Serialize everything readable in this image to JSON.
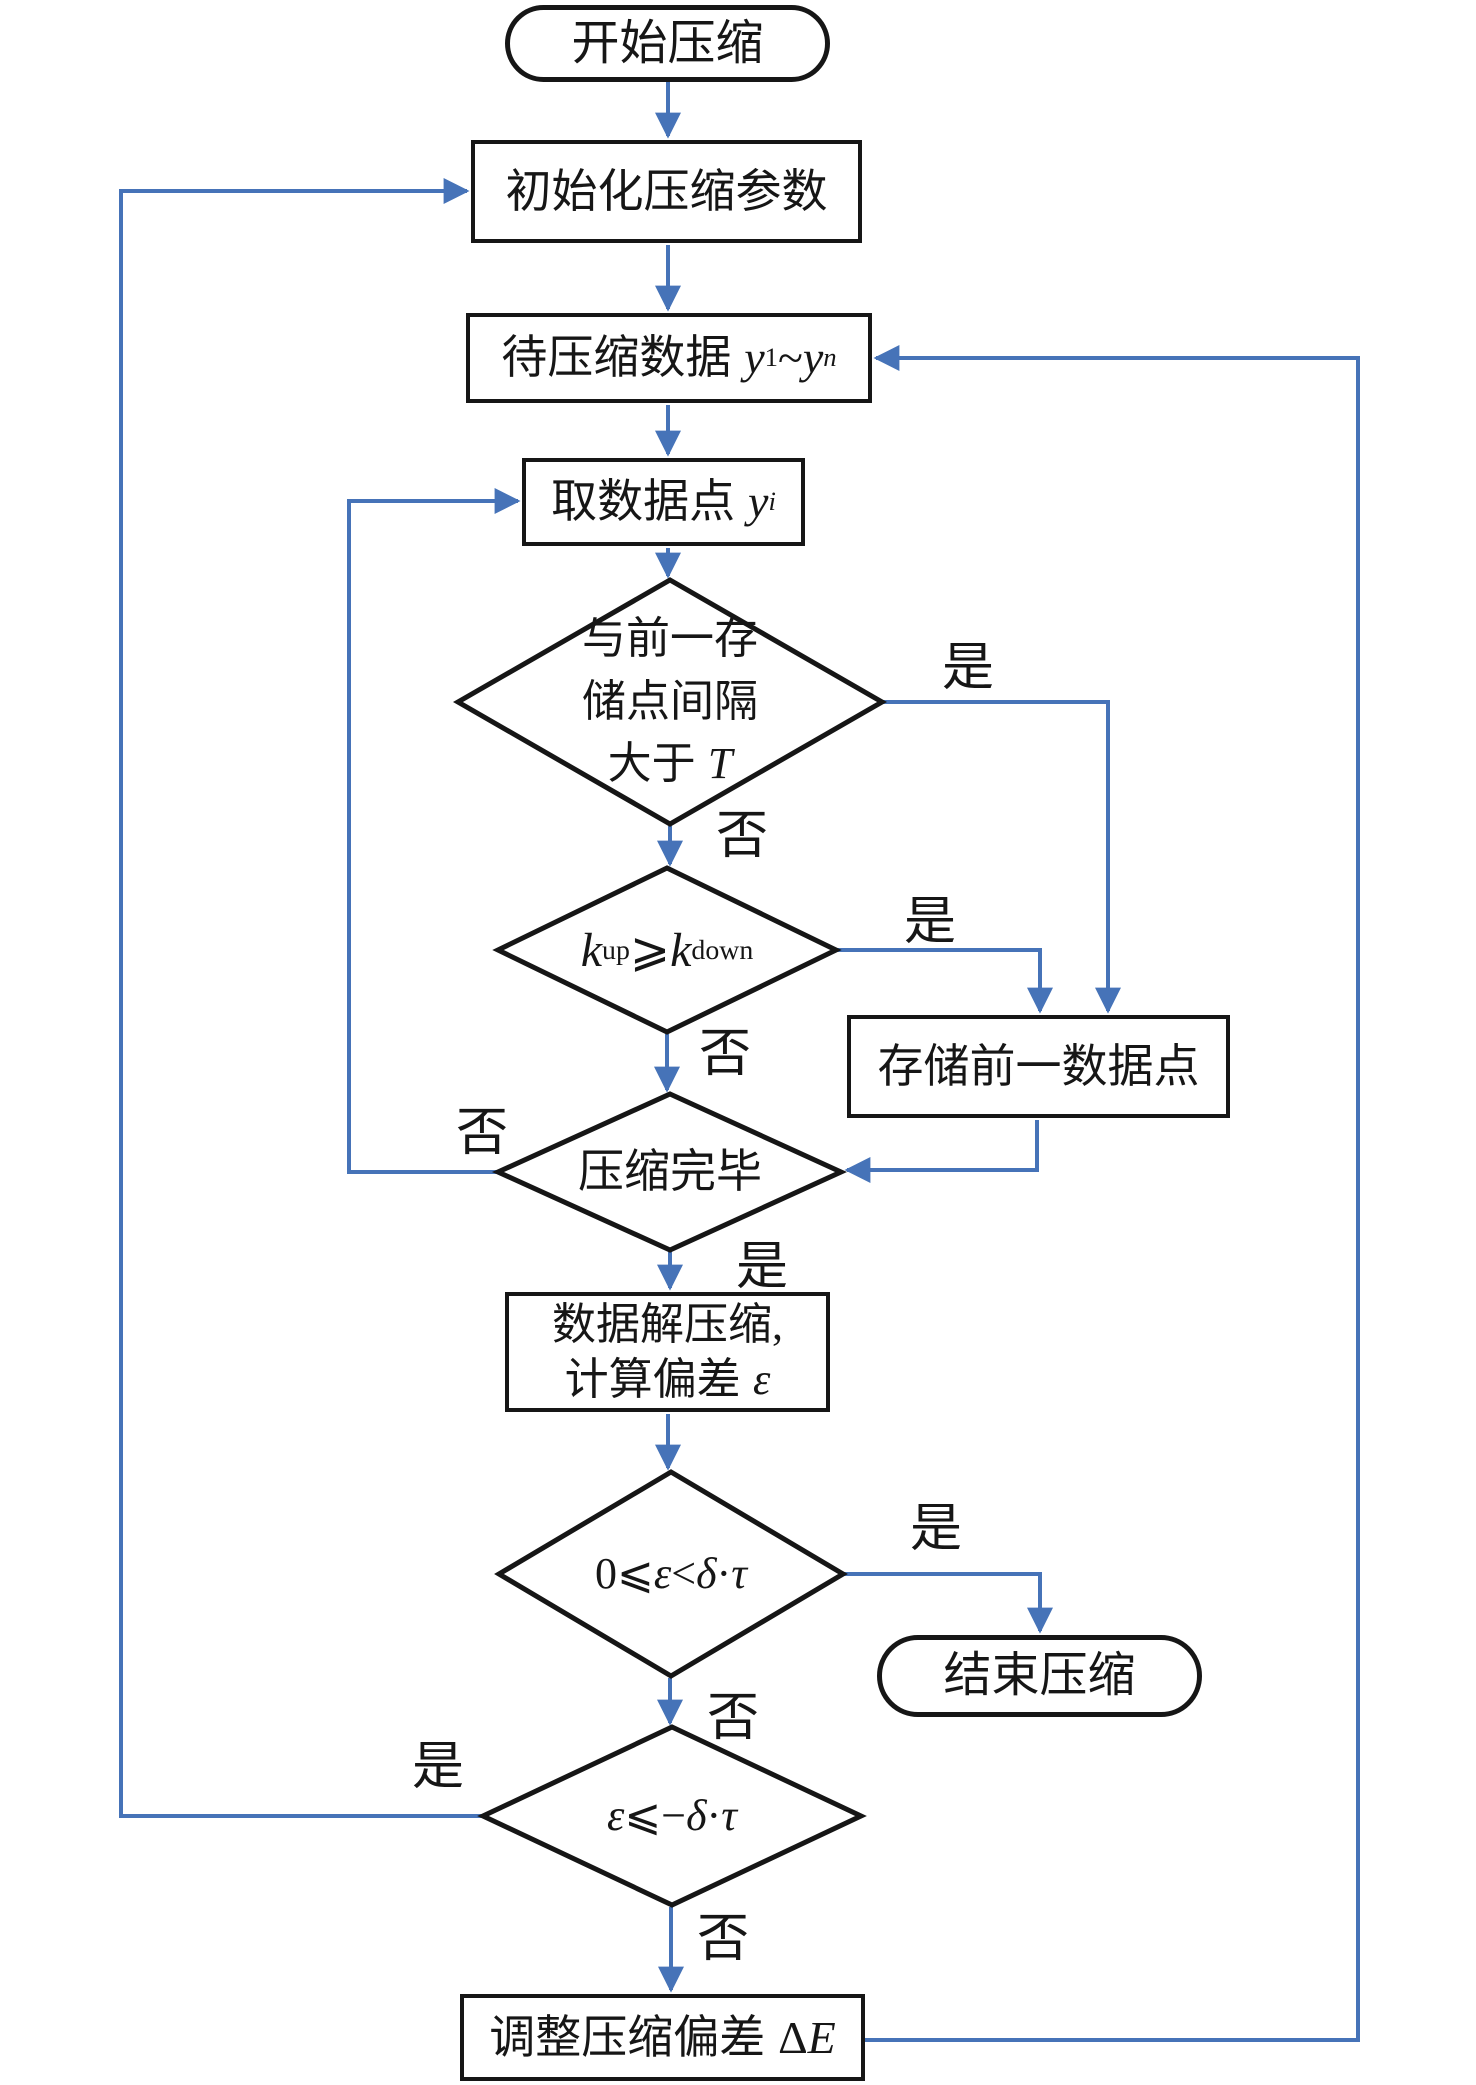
{
  "colors": {
    "accent": "#4673b8",
    "ink": "#161616"
  },
  "nodes": {
    "start": {
      "label": "开始压缩"
    },
    "init": {
      "label": "初始化压缩参数"
    },
    "input": {
      "label": "待压缩数据",
      "v1": "y",
      "s1": "1",
      "tilde": "~",
      "v2": "y",
      "s2": "n"
    },
    "take": {
      "label": "取数据点",
      "v": "y",
      "s": "i"
    },
    "interval": {
      "line1": "与前一存",
      "line2": "储点间隔",
      "line3": "大于",
      "v": "T"
    },
    "slope": {
      "v1": "k",
      "s1": "up",
      "op": "⩾",
      "v2": "k",
      "s2": "down"
    },
    "store": {
      "label": "存储前一数据点"
    },
    "done": {
      "label": "压缩完毕"
    },
    "decompress": {
      "line1": "数据解压缩,",
      "line2": "计算偏差",
      "v": "ε"
    },
    "epsUpper": {
      "t1": "0⩽",
      "v1": "ε",
      "t2": "<",
      "v2": "δ",
      "t3": "·",
      "v3": "τ"
    },
    "end": {
      "label": "结束压缩"
    },
    "epsLower": {
      "v1": "ε",
      "t1": "⩽−",
      "v2": "δ",
      "t2": "·",
      "v3": "τ"
    },
    "adjust": {
      "label": "调整压缩偏差",
      "vd": "Δ",
      "ve": "E"
    }
  },
  "labels": {
    "yes": "是",
    "no": "否"
  }
}
